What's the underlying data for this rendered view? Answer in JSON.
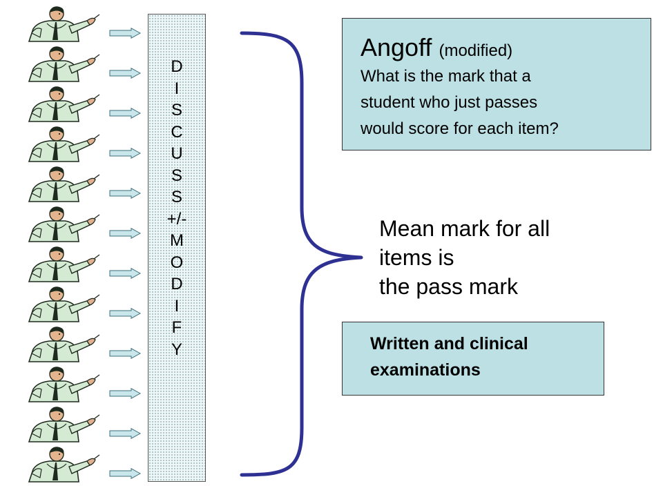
{
  "discuss_column": {
    "letters": [
      "D",
      "I",
      "S",
      "C",
      "U",
      "S",
      "S",
      "+/-",
      "M",
      "O",
      "D",
      "I",
      "F",
      "Y"
    ]
  },
  "angoff_box": {
    "title": "Angoff",
    "title_suffix": "(modified)",
    "question_lines": [
      "What is the mark that a",
      "student who just passes",
      "would score for each item?"
    ]
  },
  "result_text": {
    "lines": [
      "Mean mark for all",
      "items is",
      "the pass mark"
    ]
  },
  "exam_box": {
    "lines": [
      "Written and clinical",
      "examinations"
    ]
  },
  "judges": {
    "count": 12,
    "icon": "presenter-clipart-icon"
  },
  "colors": {
    "box_fill": "#bde0e4",
    "brace": "#2e3192",
    "arrow_fill": "#c9e6ea",
    "arrow_stroke": "#3a6f7a"
  }
}
